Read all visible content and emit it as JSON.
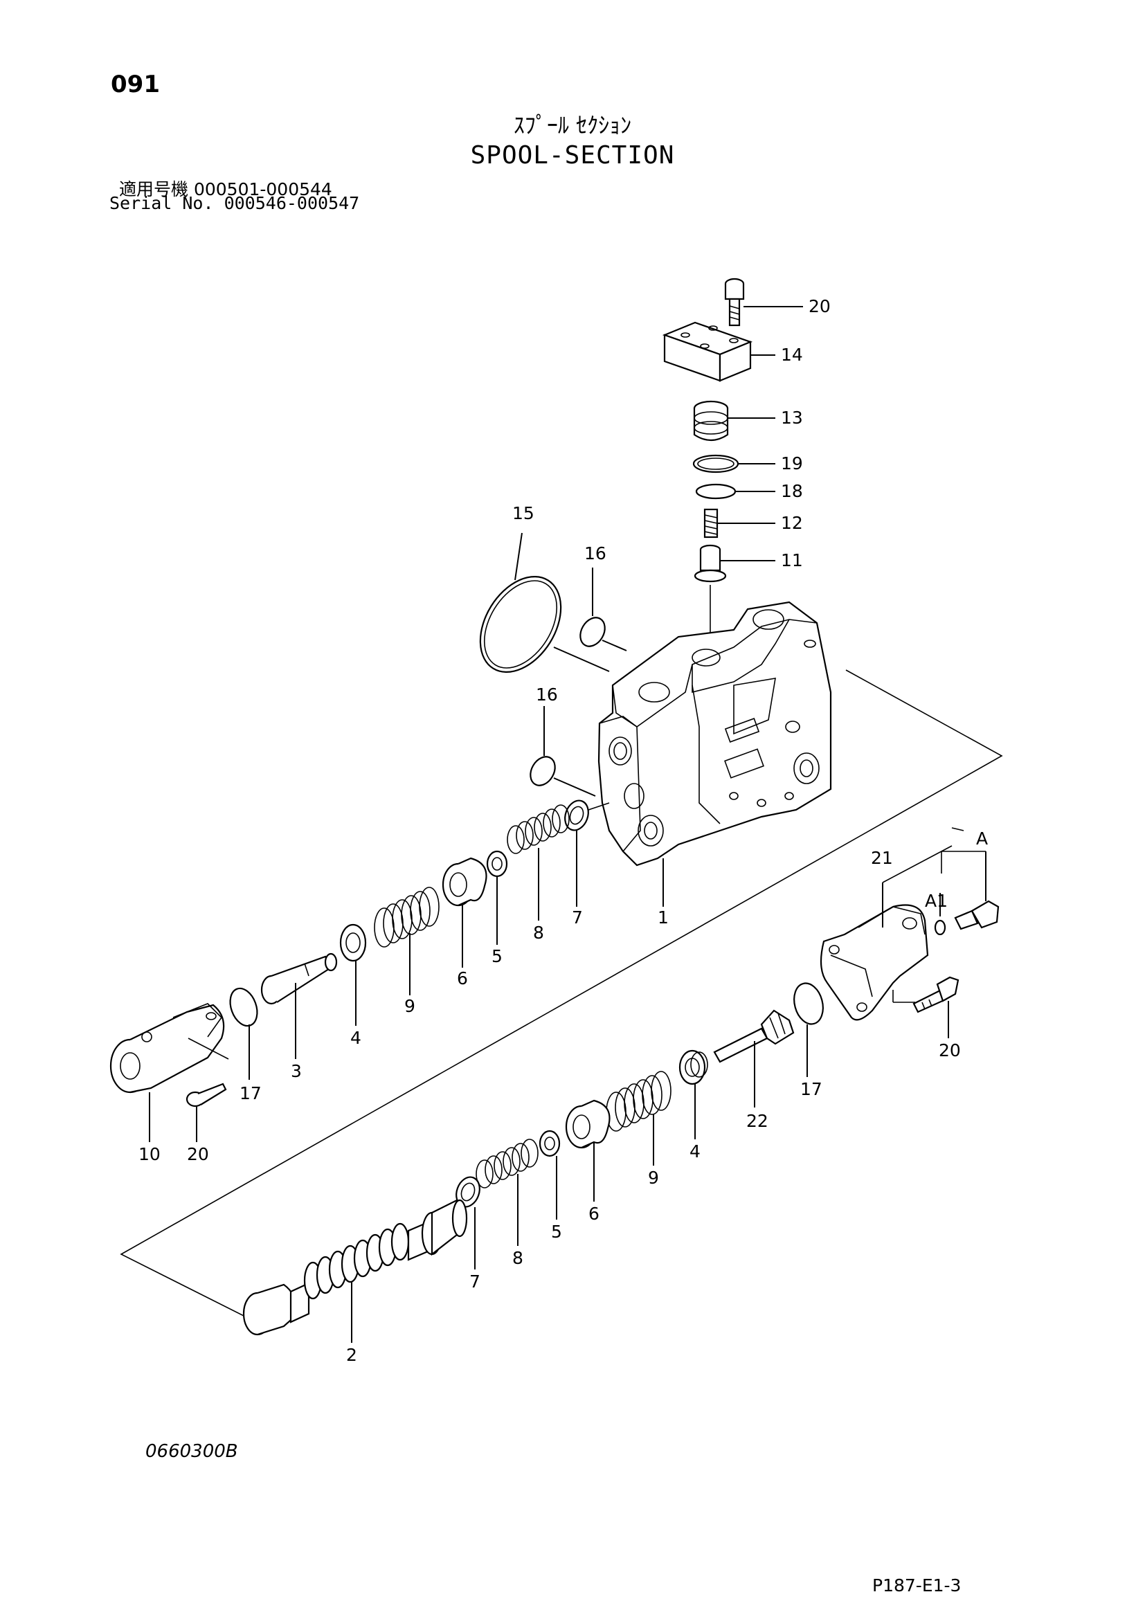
{
  "header": {
    "page_number": "091",
    "title_jp": "ｽﾌﾟｰﾙ ｾｸｼｮﾝ",
    "title_en": "SPOOL-SECTION",
    "serial_jp": "適用号機  000501-000544",
    "serial_en": "Serial No. 000546-000547"
  },
  "footer": {
    "drawing_code": "0660300B",
    "page_ref": "P187-E1-3"
  },
  "callouts": {
    "c20_top": "20",
    "c14": "14",
    "c13": "13",
    "c19": "19",
    "c18": "18",
    "c12": "12",
    "c11": "11",
    "c15": "15",
    "c16_top": "16",
    "c16_mid": "16",
    "c7_upper": "7",
    "c1": "1",
    "c8_upper": "8",
    "c5_upper": "5",
    "c6_upper": "6",
    "c9_upper": "9",
    "c4_upper": "4",
    "c3": "3",
    "c17_left": "17",
    "c10": "10",
    "c20_left": "20",
    "c21": "21",
    "cA": "A",
    "cA1": "A1",
    "c20_right": "20",
    "c17_right": "17",
    "c22": "22",
    "c4_lower": "4",
    "c9_lower": "9",
    "c6_lower": "6",
    "c5_lower": "5",
    "c8_lower": "8",
    "c7_lower": "7",
    "c2": "2"
  }
}
